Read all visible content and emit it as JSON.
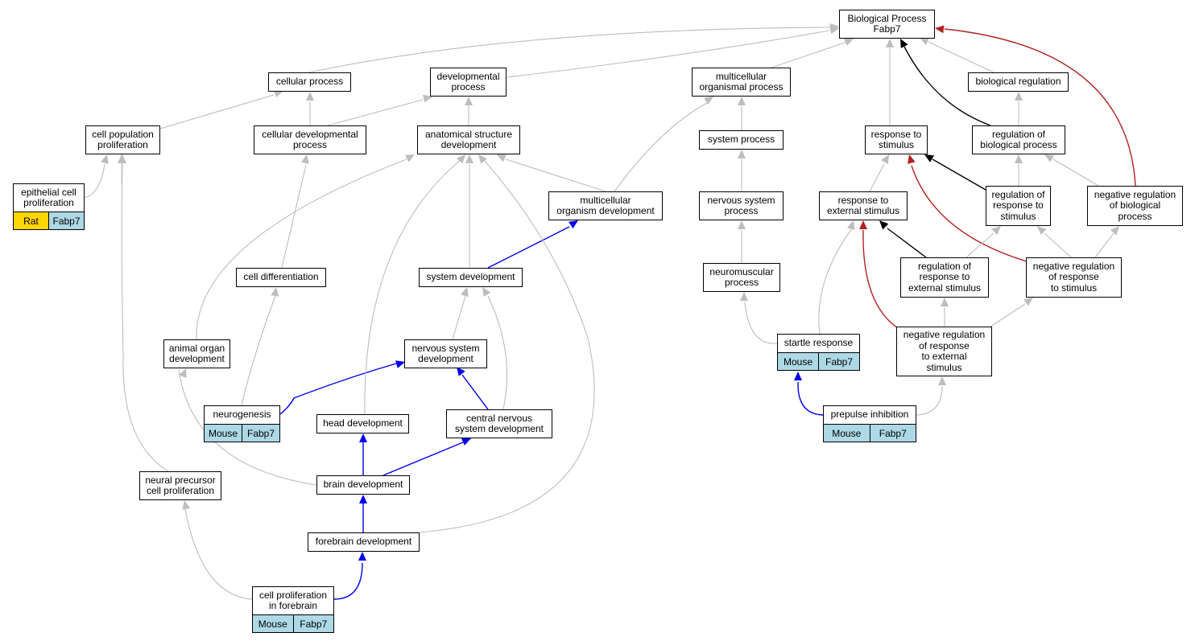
{
  "colors": {
    "gray": "#bdbdbd",
    "black": "#000000",
    "blue": "#0000ee",
    "red": "#b22222",
    "mouse": "#add8e6",
    "rat": "#ffd700"
  },
  "nodes": {
    "bp": "Biological Process\nFabp7",
    "cellular_process": "cellular process",
    "developmental_process": "developmental\nprocess",
    "multicellular_organismal_process": "multicellular\norganismal process",
    "biological_regulation": "biological regulation",
    "cell_population_proliferation": "cell population\nproliferation",
    "cellular_developmental_process": "cellular developmental\nprocess",
    "anatomical_structure_development": "anatomical structure\ndevelopment",
    "system_process": "system process",
    "response_to_stimulus": "response to\nstimulus",
    "regulation_of_biological_process": "regulation of\nbiological process",
    "epithelial_cell_proliferation": "epithelial cell\nproliferation",
    "multicellular_organism_development": "multicellular\norganism development",
    "nervous_system_process": "nervous system\nprocess",
    "response_to_external_stimulus": "response to\nexternal stimulus",
    "regulation_of_response_to_stimulus": "regulation of\nresponse to\nstimulus",
    "negative_regulation_of_biological_process": "negative regulation\nof biological\nprocess",
    "cell_differentiation": "cell differentiation",
    "system_development": "system development",
    "neuromuscular_process": "neuromuscular\nprocess",
    "regulation_of_response_to_external_stimulus": "regulation of\nresponse to\nexternal stimulus",
    "negative_regulation_of_response_to_stimulus": "negative regulation\nof response\nto stimulus",
    "animal_organ_development": "animal organ\ndevelopment",
    "nervous_system_development": "nervous system\ndevelopment",
    "startle_response": "startle response",
    "negative_regulation_of_response_to_external_stimulus": "negative regulation\nof response\nto external\nstimulus",
    "neurogenesis": "neurogenesis",
    "head_development": "head development",
    "central_nervous_system_development": "central nervous\nsystem development",
    "prepulse_inhibition": "prepulse inhibition",
    "neural_precursor_cell_proliferation": "neural precursor\ncell proliferation",
    "brain_development": "brain development",
    "forebrain_development": "forebrain development",
    "cell_proliferation_in_forebrain": "cell proliferation\nin forebrain"
  },
  "annotations": {
    "epithelial_cell_proliferation": [
      "Rat",
      "Fabp7"
    ],
    "startle_response": [
      "Mouse",
      "Fabp7"
    ],
    "neurogenesis": [
      "Mouse",
      "Fabp7"
    ],
    "prepulse_inhibition": [
      "Mouse",
      "Fabp7"
    ],
    "cell_proliferation_in_forebrain": [
      "Mouse",
      "Fabp7"
    ]
  }
}
